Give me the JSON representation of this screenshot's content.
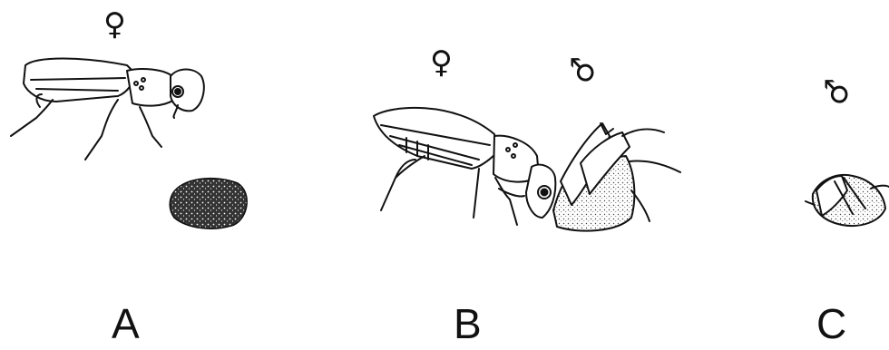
{
  "panels": [
    {
      "letter": "A",
      "symbols": [
        "♀"
      ]
    },
    {
      "letter": "B",
      "symbols": [
        "♀",
        "♂"
      ]
    },
    {
      "letter": "C",
      "symbols": [
        "♂"
      ]
    }
  ]
}
